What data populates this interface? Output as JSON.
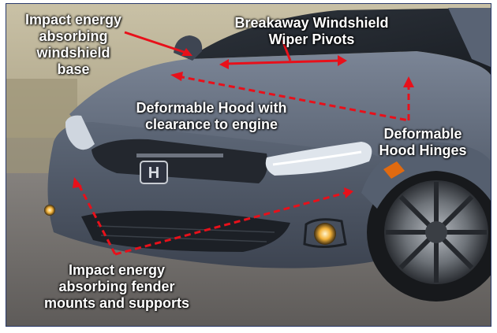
{
  "labels": {
    "windshield_base": "Impact energy\nabsorbing\nwindshield\nbase",
    "wiper_pivots": "Breakaway Windshield\nWiper Pivots",
    "deformable_hood": "Deformable Hood with\nclearance to engine",
    "hood_hinges": "Deformable\nHood Hinges",
    "fender_mounts": "Impact energy\nabsorbing fender\nmounts and supports"
  },
  "logo": {
    "brand_emblem": "H"
  },
  "colors": {
    "arrow": "#e8101a",
    "car_body": "#5a6474",
    "label_text": "#ffffff",
    "frame_border": "#2a3a6a"
  }
}
